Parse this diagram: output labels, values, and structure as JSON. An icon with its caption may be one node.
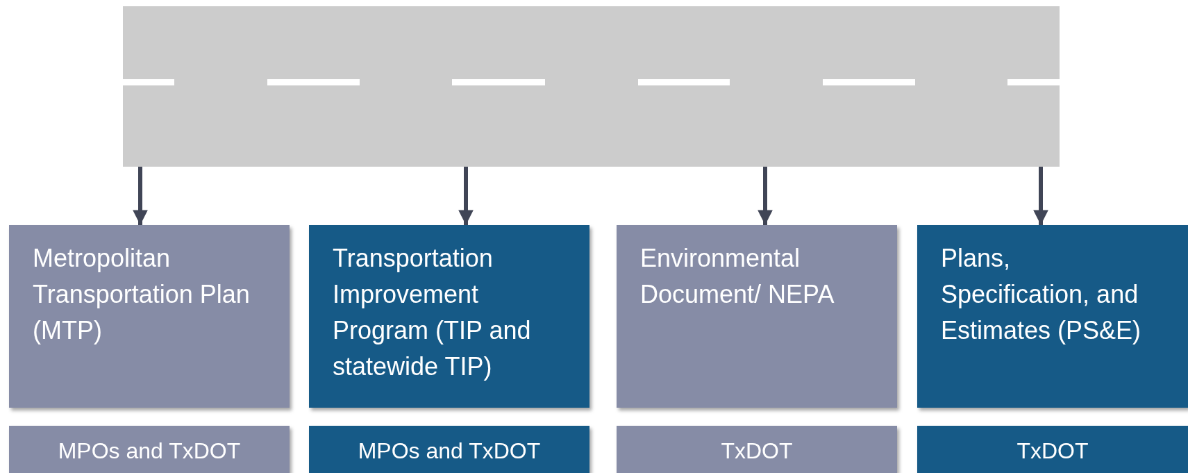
{
  "diagram": {
    "nodes": [
      {
        "text": [],
        "shape": "picture"
      },
      {
        "text": [
          "Metropolitan Transportation Plan (MTP)"
        ]
      },
      {
        "text": [
          "Transportation Improvement Program (TIP and statewide TIP)"
        ]
      },
      {
        "text": [
          "Environmental Document/ NEPA"
        ]
      },
      {
        "text": [
          "Plans, Specification, and Estimates (PS&E)"
        ]
      },
      {
        "text": [
          "MPOs and TxDOT"
        ]
      },
      {
        "text": [
          "MPOs and TxDOT"
        ]
      },
      {
        "text": [
          "TxDOT"
        ]
      },
      {
        "text": [
          "TxDOT"
        ]
      }
    ],
    "edges": [
      {
        "from": 0,
        "to": 1,
        "arrow": "to"
      },
      {
        "from": 0,
        "to": 2,
        "arrow": "to"
      },
      {
        "from": 0,
        "to": 3,
        "arrow": "to"
      },
      {
        "from": 0,
        "to": 4,
        "arrow": "to"
      }
    ]
  }
}
